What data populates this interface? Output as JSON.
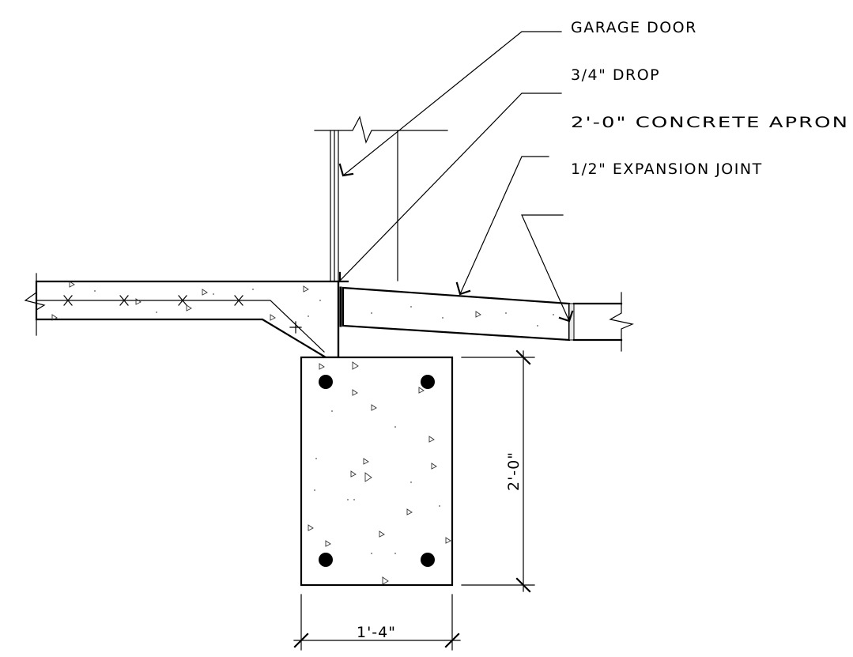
{
  "callouts": {
    "garage_door": "GARAGE DOOR",
    "drop": "3/4\" DROP",
    "apron": "2'-0\" CONCRETE APRON",
    "expansion_joint": "1/2\" EXPANSION JOINT"
  },
  "dimensions": {
    "footing_height": "2'-0\"",
    "footing_width": "1'-4\""
  },
  "colors": {
    "linework": "#000000",
    "background": "#ffffff"
  }
}
